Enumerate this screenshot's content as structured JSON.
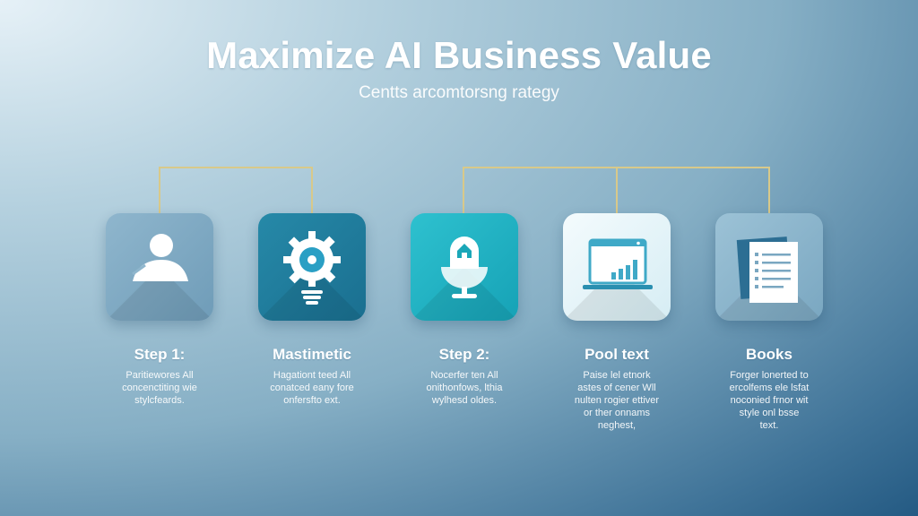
{
  "header": {
    "title": "Maximize AI Business Value",
    "subtitle": "Centts arcomtorsng rategy"
  },
  "colors": {
    "connector": "#d8c98a",
    "text": "#ffffff"
  },
  "steps": [
    {
      "icon": "person-icon",
      "title": "Step 1:",
      "description": "Paritiewores All\nconcenctiting wie\nstylcfeards."
    },
    {
      "icon": "gear-bulb-icon",
      "title": "Mastimetic",
      "description": "Hagationt teed All\nconatced eany fore\nonfersfto ext."
    },
    {
      "icon": "home-lightbulb-icon",
      "title": "Step 2:",
      "description": "Nocerfer ten All\nonithonfows, lthia\nwylhesd oldes."
    },
    {
      "icon": "laptop-chart-icon",
      "title": "Pool text",
      "description": "Paise lel etnork\nastes of cener Wll\nnulten rogier ettiver\nor ther onnams\nneghest,"
    },
    {
      "icon": "document-list-icon",
      "title": "Books",
      "description": "Forger lonerted to\nercolfems ele lsfat\nnoconied frnor wit\nstyle onl bsse\ntext."
    }
  ]
}
